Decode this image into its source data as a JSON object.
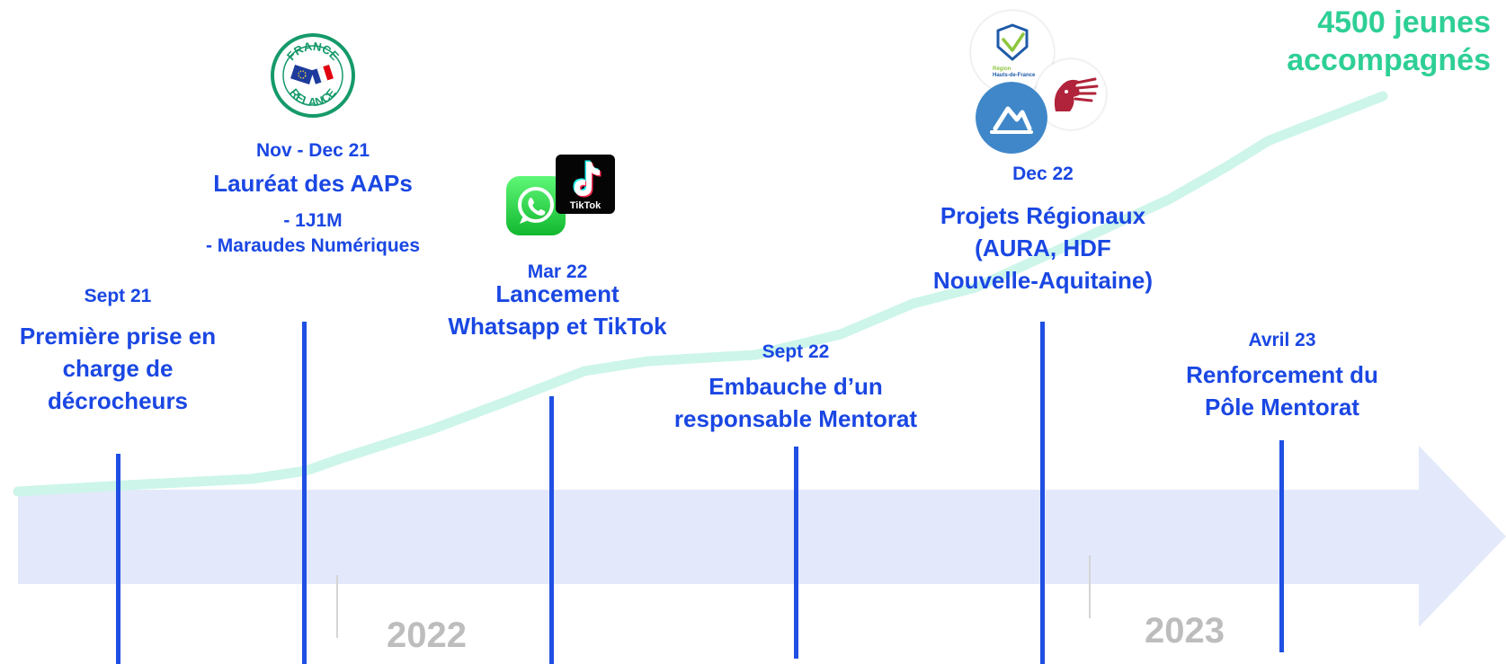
{
  "headline": {
    "line1": "4500 jeunes",
    "line2": "accompagnés"
  },
  "years": [
    "2022",
    "2023"
  ],
  "milestones": [
    {
      "date": "Sept 21",
      "title_lines": [
        "Première prise en",
        "charge de",
        "décrocheurs"
      ]
    },
    {
      "date": "Nov - Dec 21",
      "title_lines": [
        "Lauréat des AAPs"
      ],
      "sub_lines": [
        "- 1J1M",
        "- Maraudes Numériques"
      ],
      "logo": {
        "name": "france-relance-logo",
        "text_top": "FRANCE",
        "text_bottom": "RELANCE"
      }
    },
    {
      "date": "Mar 22",
      "title_lines": [
        "Lancement",
        "Whatsapp et TikTok"
      ],
      "logos": [
        {
          "name": "whatsapp-icon"
        },
        {
          "name": "tiktok-icon",
          "text": "TikTok"
        }
      ]
    },
    {
      "date": "Sept 22",
      "title_lines": [
        "Embauche d’un",
        "responsable Mentorat"
      ]
    },
    {
      "date": "Dec 22",
      "title_lines": [
        "Projets Régionaux",
        "(AURA, HDF",
        "Nouvelle-Aquitaine)"
      ],
      "logos": [
        {
          "name": "hauts-de-france-logo",
          "text_line1": "Région",
          "text_line2": "Hauts-de-France"
        },
        {
          "name": "auvergne-rhone-alpes-logo"
        },
        {
          "name": "nouvelle-aquitaine-logo"
        }
      ]
    },
    {
      "date": "Avril 23",
      "title_lines": [
        "Renforcement du",
        "Pôle Mentorat"
      ]
    }
  ],
  "colors": {
    "accent_blue": "#1a47e3",
    "growth_green": "#2ecf95",
    "growth_curve": "#cdf5ea",
    "arrow_band": "#e3e9fb",
    "year_grey": "#bdbdbd"
  }
}
